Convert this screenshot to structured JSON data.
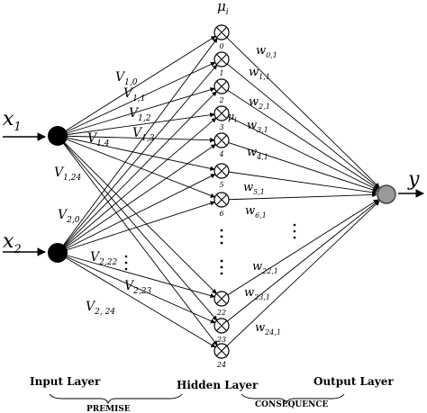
{
  "inputs": [
    {
      "name": "x",
      "sub": "1"
    },
    {
      "name": "x",
      "sub": "2"
    }
  ],
  "output": {
    "name": "y"
  },
  "mu": {
    "name": "μ",
    "sub": "i"
  },
  "hidden_mid_label": {
    "name": "μ",
    "sub": "i"
  },
  "hidden_nodes": [
    {
      "index": "0"
    },
    {
      "index": "1"
    },
    {
      "index": "2"
    },
    {
      "index": "3"
    },
    {
      "index": "4"
    },
    {
      "index": "5"
    },
    {
      "index": "6"
    },
    {
      "index": "22"
    },
    {
      "index": "23"
    },
    {
      "index": "24"
    }
  ],
  "v_labels": [
    {
      "main": "V",
      "sub": "1,0"
    },
    {
      "main": "V",
      "sub": "1,1"
    },
    {
      "main": "V",
      "sub": "1,2"
    },
    {
      "main": "V",
      "sub": "1,3"
    },
    {
      "main": "V",
      "sub": "1,4"
    },
    {
      "main": "V",
      "sub": "1,24"
    },
    {
      "main": "V",
      "sub": "2,0"
    },
    {
      "main": "V",
      "sub": "2,22"
    },
    {
      "main": "V",
      "sub": "2,23"
    },
    {
      "main": "V",
      "sub": "2, 24"
    }
  ],
  "w_labels": [
    {
      "main": "w",
      "sub": "0,1"
    },
    {
      "main": "w",
      "sub": "1,1"
    },
    {
      "main": "w",
      "sub": "2,1"
    },
    {
      "main": "w",
      "sub": "3,1"
    },
    {
      "main": "w",
      "sub": "4,1"
    },
    {
      "main": "w",
      "sub": "5,1"
    },
    {
      "main": "w",
      "sub": "6,1"
    },
    {
      "main": "w",
      "sub": "22,1"
    },
    {
      "main": "w",
      "sub": "23,1"
    },
    {
      "main": "w",
      "sub": "24,1"
    }
  ],
  "layer_labels": {
    "input": "Input Layer",
    "hidden": "Hidden Layer",
    "output": "Output Layer",
    "premise": "PREMISE",
    "consequence": "CONSEQUENCE"
  }
}
